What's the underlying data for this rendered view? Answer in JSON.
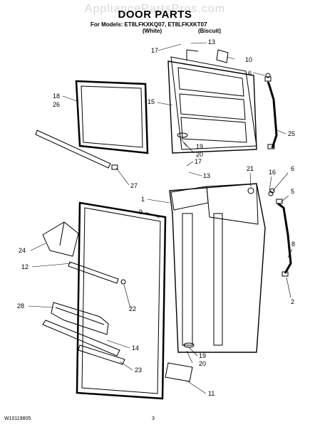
{
  "watermark": "AppliancePartsPros.com",
  "header": {
    "title": "DOOR PARTS",
    "models_line": "For Models: ET8LFKXKQ07, ET8LFKXKT07",
    "variant_white": "(White)",
    "variant_biscuit": "(Biscuit)"
  },
  "callouts": [
    "17",
    "13",
    "10",
    "6",
    "15",
    "18",
    "26",
    "25",
    "19",
    "20",
    "17",
    "13",
    "21",
    "16",
    "6",
    "5",
    "1",
    "9",
    "27",
    "24",
    "8",
    "12",
    "22",
    "28",
    "14",
    "19",
    "20",
    "23",
    "11",
    "2"
  ],
  "footer": {
    "doc_number": "W10119805",
    "page_number": "3"
  }
}
